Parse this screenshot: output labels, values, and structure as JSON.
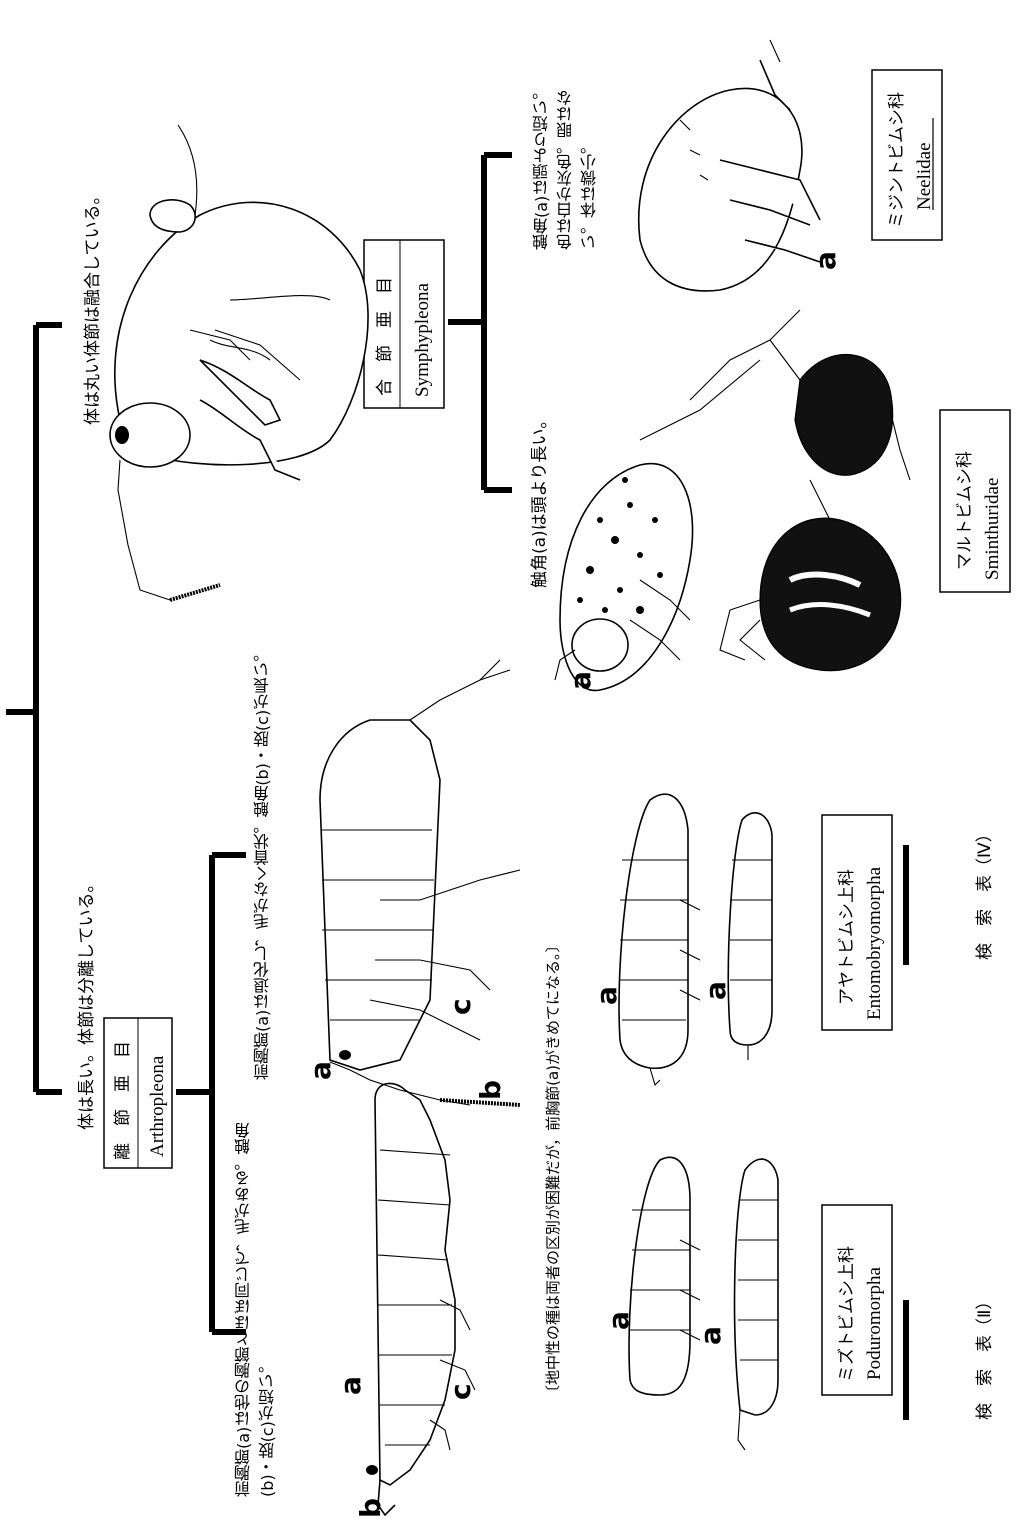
{
  "page_title": "検索表（Ⅱ）・（Ⅳ）",
  "root": {
    "arthropleona_trait": "体は長い。体節は分離している。",
    "symphypleona_trait": "体は丸い体節は融合している。"
  },
  "arthropleona": {
    "ja": "離　節　亜　目",
    "latin": "Arthropleona",
    "poduromorpha_trait": "前胸節(a)は他の胸節とほぼ同じで，毛がある。触角(b)・肢(c)が短い。",
    "entomobryomorpha_trait": "前胸節(a)は退化し，毛がなく首状。触角(b)・肢(c)が長い。",
    "note": "〔地中性の種は両者の区別が困難だが，前胸節(a)がきめてになる。〕"
  },
  "poduromorpha": {
    "ja": "ミズトビムシ上科",
    "latin": "Poduromorpha",
    "key": "検　索　表（Ⅱ）"
  },
  "entomobryomorpha": {
    "ja": "アヤトビムシ上科",
    "latin": "Entomobryomorpha",
    "key": "検　索　表（Ⅳ）"
  },
  "symphypleona": {
    "ja": "合　節　亜　目",
    "latin": "Symphypleona",
    "sminthuridae_trait": "触角(a)は頭より長い。",
    "neelidae_trait": "触角(a)は頭より短い。色は白か灰色。眼はない。体は微小。"
  },
  "sminthuridae": {
    "ja": "マルトビムシ科",
    "latin": "Sminthuridae"
  },
  "neelidae": {
    "ja": "ミジントビムシ科",
    "latin": "Neelidae"
  },
  "part_labels": {
    "a": "a",
    "b": "b",
    "c": "c"
  }
}
